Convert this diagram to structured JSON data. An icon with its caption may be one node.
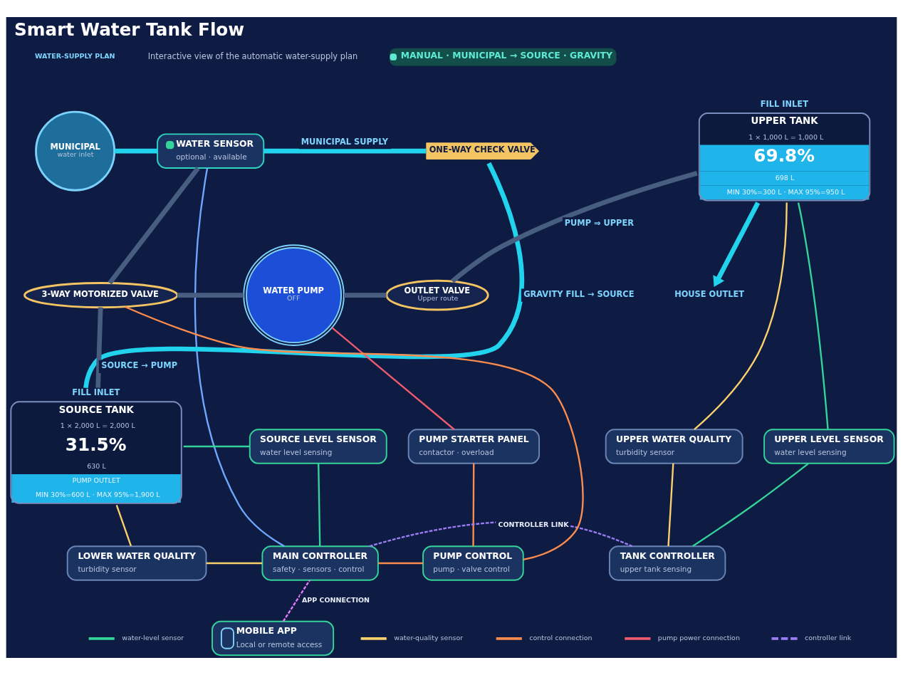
{
  "diagram": {
    "title": "Smart Water Tank Flow",
    "nodes": [
      {
        "text": [
          "MUNICIPAL",
          "water inlet"
        ]
      },
      {
        "text": [
          "WATER SENSOR",
          "optional · available"
        ]
      },
      {
        "text": [
          "ONE-WAY CHECK VALVE"
        ]
      },
      {
        "text": [
          "UPPER TANK",
          "1 × 1,000 L = 1,000 L",
          "69.8%",
          "698 L",
          "MIN 30%=300 L · MAX 95%=950 L"
        ],
        "beside": [
          "FILL INLET"
        ]
      },
      {
        "text": [
          "3-WAY MOTORIZED VALVE"
        ]
      },
      {
        "text": [
          "WATER PUMP",
          "OFF"
        ]
      },
      {
        "text": [
          "OUTLET VALVE",
          "Upper route"
        ]
      },
      {
        "text": [
          "HOUSE OUTLET"
        ]
      },
      {
        "text": [
          "UPPER LEVEL SENSOR",
          "water level sensing"
        ]
      },
      {
        "text": [
          "SOURCE TANK",
          "1 × 2,000 L = 2,000 L",
          "31.5%",
          "630 L",
          "PUMP OUTLET",
          "MIN 30%=600 L · MAX 95%=1,900 L"
        ],
        "beside": [
          "FILL INLET"
        ]
      },
      {
        "text": [
          "SOURCE LEVEL SENSOR",
          "water level sensing"
        ]
      },
      {
        "text": [
          "PUMP STARTER PANEL",
          "contactor · overload"
        ]
      },
      {
        "text": [
          "UPPER WATER QUALITY",
          "turbidity sensor"
        ]
      },
      {
        "text": [
          "LOWER WATER QUALITY",
          "turbidity sensor"
        ]
      },
      {
        "text": [
          "MAIN CONTROLLER",
          "safety · sensors · control"
        ]
      },
      {
        "text": [
          "PUMP CONTROL",
          "pump · valve control"
        ]
      },
      {
        "text": [
          "TANK CONTROLLER",
          "upper tank sensing"
        ]
      },
      {
        "text": [
          "MOBILE APP",
          "Local or remote access"
        ]
      }
    ],
    "edges": [
      {
        "from": 0,
        "to": 1,
        "arrow": "none",
        "style": "thick",
        "color": "#22d3ee"
      },
      {
        "from": 1,
        "to": 2,
        "arrow": "none",
        "style": "thick",
        "color": "#22d3ee",
        "label": "MUNICIPAL SUPPLY"
      },
      {
        "from": 2,
        "to": 9,
        "arrow": "none",
        "style": "thick",
        "color": "#22d3ee",
        "label": "GRAVITY FILL → SOURCE"
      },
      {
        "from": 1,
        "to": 4,
        "arrow": "none",
        "style": "thick",
        "color": "#475e80"
      },
      {
        "from": 9,
        "to": 4,
        "arrow": "none",
        "style": "thick",
        "color": "#475e80",
        "label": "SOURCE → PUMP"
      },
      {
        "from": 4,
        "to": 5,
        "arrow": "none",
        "style": "thick",
        "color": "#475e80"
      },
      {
        "from": 5,
        "to": 6,
        "arrow": "none",
        "style": "thick",
        "color": "#475e80"
      },
      {
        "from": 6,
        "to": 3,
        "arrow": "none",
        "style": "thick",
        "color": "#475e80",
        "label": "PUMP ⇒ UPPER"
      },
      {
        "from": 3,
        "to": 7,
        "arrow": "to",
        "style": "thick",
        "color": "#22d3ee"
      },
      {
        "from": 1,
        "to": 14,
        "arrow": "none",
        "color": "#6ea8fe"
      },
      {
        "from": 3,
        "to": 8,
        "arrow": "none",
        "color": "#34d399"
      },
      {
        "from": 8,
        "to": 16,
        "arrow": "none",
        "color": "#34d399"
      },
      {
        "from": 3,
        "to": 12,
        "arrow": "none",
        "color": "#fcd06a"
      },
      {
        "from": 12,
        "to": 16,
        "arrow": "none",
        "color": "#fcd06a"
      },
      {
        "from": 9,
        "to": 10,
        "arrow": "none",
        "color": "#34d399"
      },
      {
        "from": 10,
        "to": 14,
        "arrow": "none",
        "color": "#34d399"
      },
      {
        "from": 9,
        "to": 13,
        "arrow": "none",
        "color": "#fcd06a"
      },
      {
        "from": 13,
        "to": 14,
        "arrow": "none",
        "color": "#fcd06a"
      },
      {
        "from": 14,
        "to": 15,
        "arrow": "none",
        "color": "#fb8c4e"
      },
      {
        "from": 15,
        "to": 4,
        "arrow": "none",
        "color": "#fb8c4e"
      },
      {
        "from": 11,
        "to": 15,
        "arrow": "none",
        "color": "#fb8c4e"
      },
      {
        "from": 5,
        "to": 11,
        "arrow": "none",
        "color": "#f05a6e"
      },
      {
        "from": 14,
        "to": 16,
        "arrow": "none",
        "style": "dashed",
        "color": "#9b7cf5",
        "label": "CONTROLLER LINK"
      },
      {
        "from": 17,
        "to": 14,
        "arrow": "none",
        "style": "dashed",
        "color": "#e879f9",
        "label": "APP CONNECTION"
      }
    ],
    "labels": [
      "WATER-SUPPLY PLAN",
      "Interactive view of the automatic water-supply plan",
      "MANUAL · MUNICIPAL → SOURCE · GRAVITY"
    ],
    "legend": [
      {
        "text": "water-level sensor"
      },
      {
        "text": "water-quality sensor"
      },
      {
        "text": "control connection"
      },
      {
        "text": "pump power connection"
      },
      {
        "text": "controller link"
      }
    ]
  }
}
